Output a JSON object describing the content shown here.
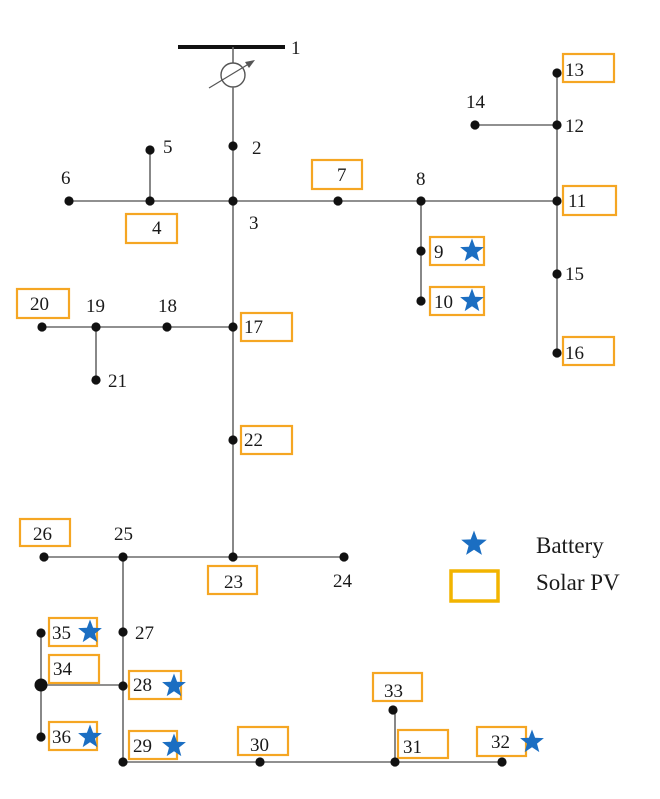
{
  "diagram": {
    "slack_bus": "1",
    "buses": [
      "2",
      "3",
      "4",
      "5",
      "6",
      "7",
      "8",
      "9",
      "10",
      "11",
      "12",
      "13",
      "14",
      "15",
      "16",
      "17",
      "18",
      "19",
      "20",
      "21",
      "22",
      "23",
      "24",
      "25",
      "26",
      "27",
      "28",
      "29",
      "30",
      "31",
      "32",
      "33",
      "34",
      "35",
      "36"
    ],
    "branches": [
      [
        "1",
        "2"
      ],
      [
        "2",
        "3"
      ],
      [
        "3",
        "4"
      ],
      [
        "4",
        "5"
      ],
      [
        "4",
        "6"
      ],
      [
        "3",
        "7"
      ],
      [
        "7",
        "8"
      ],
      [
        "8",
        "9"
      ],
      [
        "9",
        "10"
      ],
      [
        "8",
        "11"
      ],
      [
        "11",
        "12"
      ],
      [
        "12",
        "13"
      ],
      [
        "12",
        "14"
      ],
      [
        "11",
        "15"
      ],
      [
        "15",
        "16"
      ],
      [
        "3",
        "17"
      ],
      [
        "17",
        "18"
      ],
      [
        "18",
        "19"
      ],
      [
        "19",
        "20"
      ],
      [
        "19",
        "21"
      ],
      [
        "17",
        "22"
      ],
      [
        "22",
        "23"
      ],
      [
        "23",
        "24"
      ],
      [
        "23",
        "25"
      ],
      [
        "25",
        "26"
      ],
      [
        "25",
        "27"
      ],
      [
        "27",
        "28"
      ],
      [
        "28",
        "34"
      ],
      [
        "34",
        "35"
      ],
      [
        "34",
        "36"
      ],
      [
        "28",
        "29"
      ],
      [
        "29",
        "30"
      ],
      [
        "30",
        "31"
      ],
      [
        "31",
        "32"
      ],
      [
        "31",
        "33"
      ]
    ],
    "solar_pv_buses": [
      "4",
      "7",
      "9",
      "10",
      "11",
      "13",
      "16",
      "17",
      "20",
      "22",
      "23",
      "26",
      "28",
      "29",
      "30",
      "31",
      "32",
      "33",
      "34",
      "35",
      "36"
    ],
    "battery_buses": [
      "9",
      "10",
      "28",
      "29",
      "32",
      "35",
      "36"
    ]
  },
  "legend": {
    "battery_label": "Battery",
    "solar_label": "Solar PV"
  },
  "colors": {
    "battery": "#1b6ec2",
    "solar": "#f5a623",
    "solar_legend": "#f2b400",
    "line": "#6b6b6b",
    "node": "#111111"
  },
  "icons": {
    "generator": "generator-circle-icon",
    "battery": "star-icon",
    "solar": "orange-box-icon"
  }
}
